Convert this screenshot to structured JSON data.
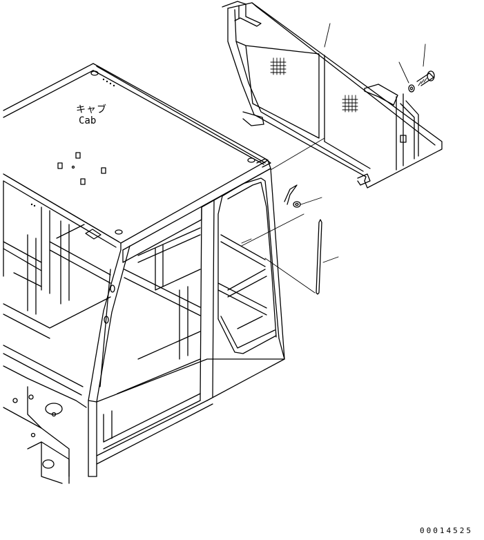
{
  "labels": {
    "cab_jp": "キャブ",
    "cab_en": "Cab"
  },
  "document_number": "00014525"
}
